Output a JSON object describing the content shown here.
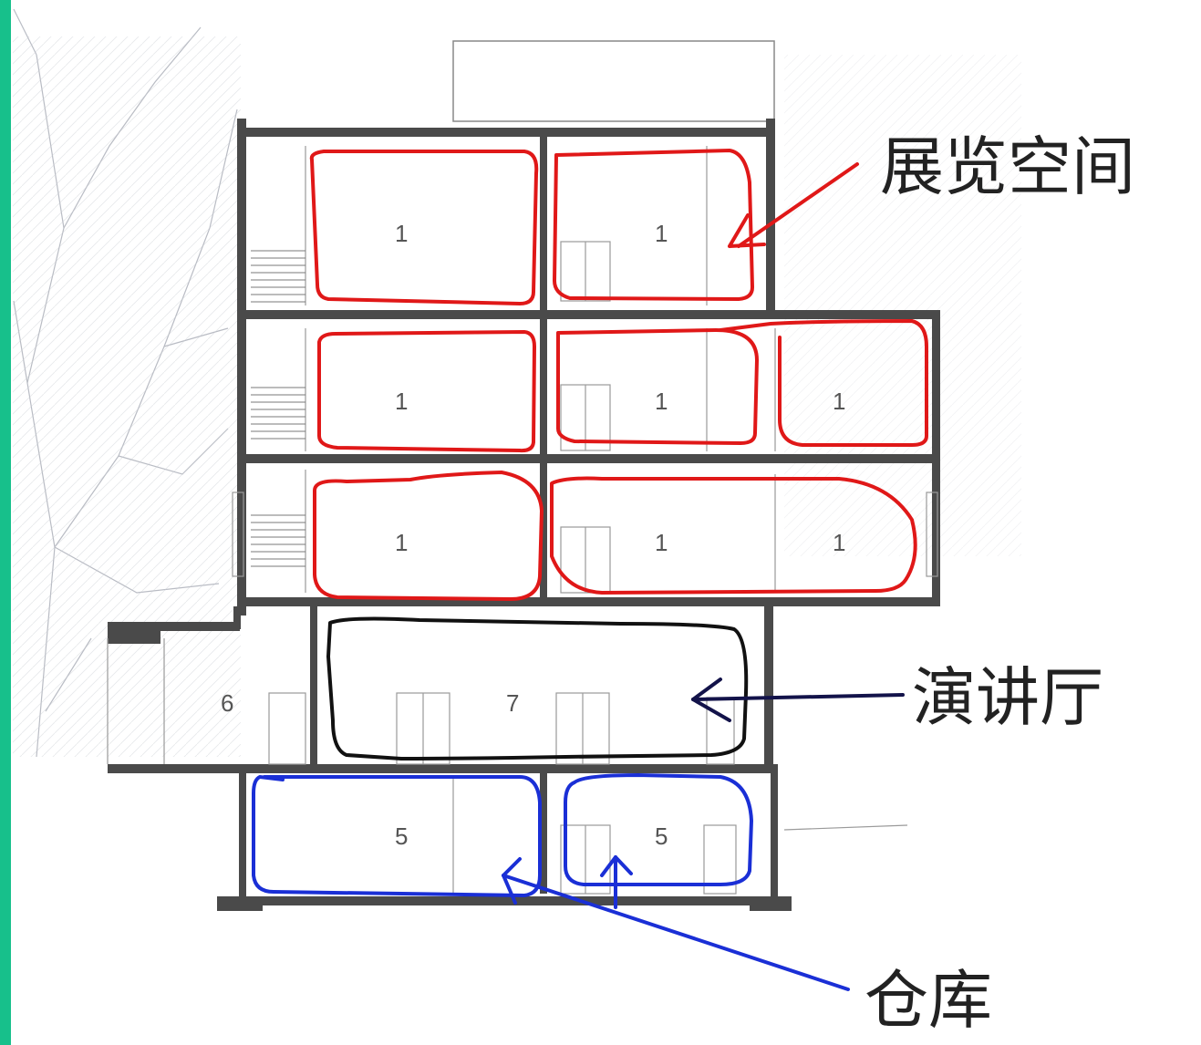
{
  "colors": {
    "left_bar": "#17c08b",
    "exhibition_outline": "#e01818",
    "lecture_outline": "#111111",
    "lecture_arrow": "#13134a",
    "storage_outline": "#1a2fd6",
    "structure": "#444444"
  },
  "annotations": {
    "exhibition": "展览空间",
    "lecture": "演讲厅",
    "storage": "仓库"
  },
  "rooms": {
    "r1": "1",
    "r2": "1",
    "r3": "1",
    "r4": "1",
    "r5": "1",
    "r6": "1",
    "r7": "1",
    "r8": "1",
    "r_6": "6",
    "r_7": "7",
    "r_5a": "5",
    "r_5b": "5"
  }
}
